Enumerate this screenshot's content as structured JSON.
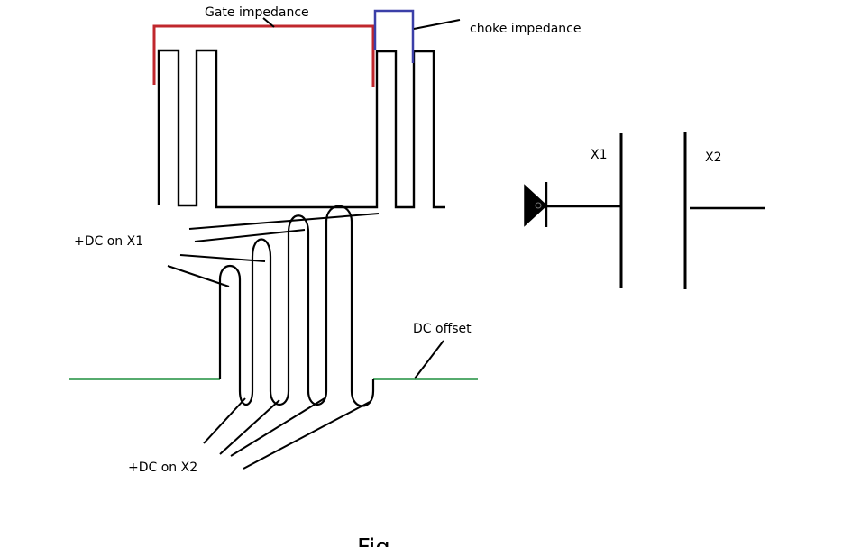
{
  "labels": {
    "gate_impedance": "Gate impedance",
    "choke_impedance": "choke impedance",
    "x1": "X1",
    "x2": "X2",
    "dc_on_x1": "+DC on X1",
    "dc_on_x2": "+DC on X2",
    "dc_offset": "DC offset",
    "caption": "Fig"
  },
  "colors": {
    "ink": "#000000",
    "gate_bracket": "#c0272d",
    "choke_bracket": "#3b3fa8",
    "baseline": "#1e8f3e"
  }
}
